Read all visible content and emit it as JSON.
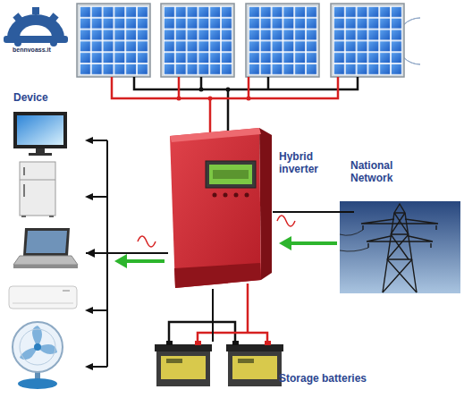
{
  "diagram": {
    "nodes": [
      {
        "text": [
          "Device"
        ]
      },
      {
        "text": [
          "Hybrid inverter"
        ]
      },
      {
        "text": [
          "National Network"
        ]
      },
      {
        "text": [
          "Storage batteries"
        ]
      }
    ],
    "edges": [
      {
        "from": 1,
        "to": 0,
        "arrow": "to"
      },
      {
        "from": 2,
        "to": 1,
        "arrow": "none"
      },
      {
        "from": 1,
        "to": 3,
        "arrow": "none"
      }
    ],
    "labels": [
      "bennvoass.it"
    ]
  }
}
